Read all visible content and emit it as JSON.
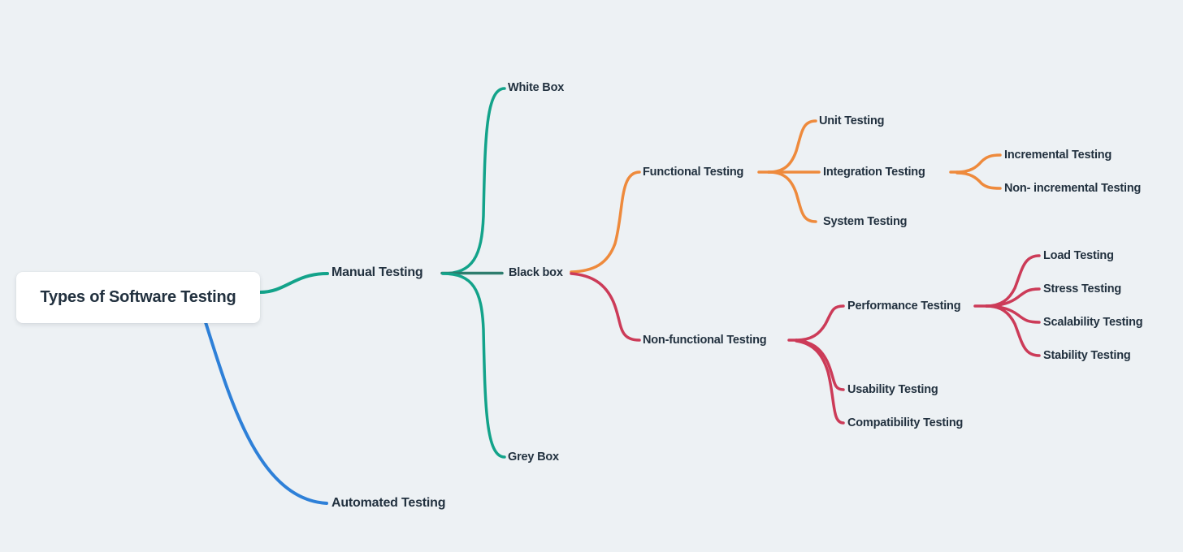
{
  "canvas": {
    "background_color": "#edf1f4",
    "text_color": "#22313f"
  },
  "colors": {
    "teal": "#13a38a",
    "dark_teal": "#2e7d6e",
    "orange": "#ee8a3c",
    "crimson": "#cc3b58",
    "blue": "#2e80d8",
    "root_box_bg": "#ffffff"
  },
  "mindmap": {
    "root": {
      "label": "Types of Software Testing"
    },
    "nodes": {
      "manual": {
        "label": "Manual Testing",
        "parent": "root",
        "branch_color": "#13a38a"
      },
      "automated": {
        "label": "Automated Testing",
        "parent": "root",
        "branch_color": "#2e80d8"
      },
      "white_box": {
        "label": "White Box",
        "parent": "manual",
        "branch_color": "#13a38a"
      },
      "black_box": {
        "label": "Black box",
        "parent": "manual",
        "branch_color": "#2e7d6e"
      },
      "grey_box": {
        "label": "Grey Box",
        "parent": "manual",
        "branch_color": "#13a38a"
      },
      "functional": {
        "label": "Functional Testing",
        "parent": "black_box",
        "branch_color": "#ee8a3c"
      },
      "non_functional": {
        "label": "Non-functional Testing",
        "parent": "black_box",
        "branch_color": "#cc3b58"
      },
      "unit": {
        "label": "Unit Testing",
        "parent": "functional",
        "branch_color": "#ee8a3c"
      },
      "integration": {
        "label": "Integration Testing",
        "parent": "functional",
        "branch_color": "#ee8a3c"
      },
      "system": {
        "label": "System Testing",
        "parent": "functional",
        "branch_color": "#ee8a3c"
      },
      "incremental": {
        "label": "Incremental Testing",
        "parent": "integration",
        "branch_color": "#ee8a3c"
      },
      "non_incremental": {
        "label": "Non- incremental Testing",
        "parent": "integration",
        "branch_color": "#ee8a3c"
      },
      "performance": {
        "label": "Performance Testing",
        "parent": "non_functional",
        "branch_color": "#cc3b58"
      },
      "usability": {
        "label": "Usability Testing",
        "parent": "non_functional",
        "branch_color": "#cc3b58"
      },
      "compatibility": {
        "label": "Compatibility Testing",
        "parent": "non_functional",
        "branch_color": "#cc3b58"
      },
      "load": {
        "label": "Load Testing",
        "parent": "performance",
        "branch_color": "#cc3b58"
      },
      "stress": {
        "label": "Stress Testing",
        "parent": "performance",
        "branch_color": "#cc3b58"
      },
      "scalability": {
        "label": "Scalability Testing",
        "parent": "performance",
        "branch_color": "#cc3b58"
      },
      "stability": {
        "label": "Stability Testing",
        "parent": "performance",
        "branch_color": "#cc3b58"
      }
    }
  }
}
